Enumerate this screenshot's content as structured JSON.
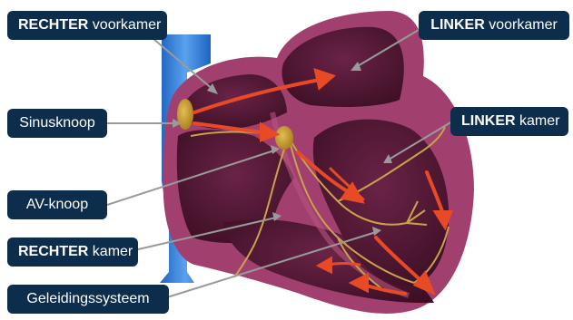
{
  "diagram": {
    "labels": {
      "right_atrium": {
        "bold": "RECHTER",
        "text": " voorkamer"
      },
      "left_atrium": {
        "bold": "LINKER",
        "text": " voorkamer"
      },
      "sinus_node": {
        "bold": "",
        "text": "Sinusknoop"
      },
      "left_ventricle": {
        "bold": "LINKER",
        "text": " kamer"
      },
      "av_node": {
        "bold": "",
        "text": "AV-knoop"
      },
      "right_ventricle": {
        "bold": "RECHTER",
        "text": " kamer"
      },
      "conduction_system": {
        "bold": "",
        "text": "Geleidingssysteem"
      }
    },
    "colors": {
      "label_bg": "#0d2d4c",
      "label_text": "#ffffff",
      "heart_wall": "#a13f6f",
      "chamber": "#4e1530",
      "vein": "#2f7bd6",
      "node": "#c69a2a",
      "signal_arrow": "#e84a26",
      "leader_line": "#9a9a9a"
    }
  }
}
